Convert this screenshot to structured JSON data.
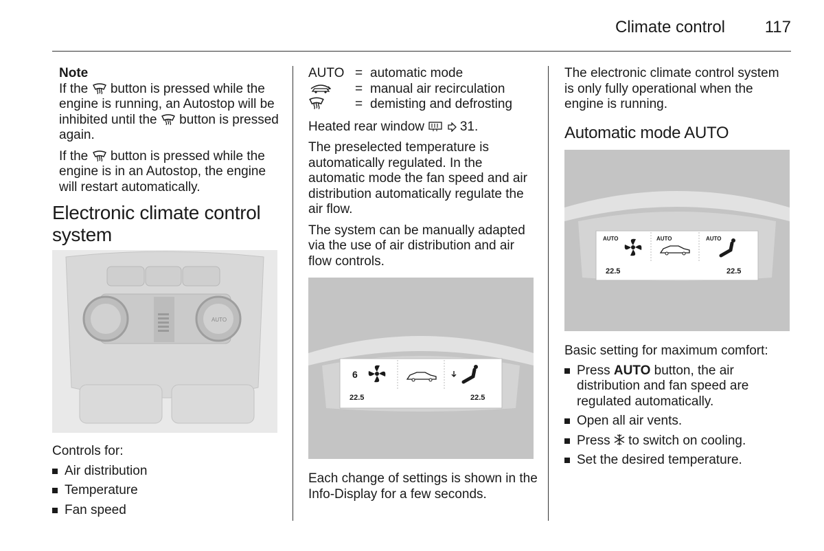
{
  "header": {
    "title": "Climate control",
    "page_number": "117"
  },
  "col1": {
    "note_heading": "Note",
    "note_p1_a": "If the",
    "note_p1_b": "button is pressed while the engine is running, an Autostop will be inhibited until the",
    "note_p1_c": "button is pressed again.",
    "note_p2_a": "If the",
    "note_p2_b": "button is pressed while the engine is in an Autostop, the engine will restart automatically.",
    "heading": "Electronic climate control system",
    "controls_label": "Controls for:",
    "bullets": [
      "Air distribution",
      "Temperature",
      "Fan speed"
    ],
    "figure_dial_label": "AUTO"
  },
  "col2": {
    "legend": [
      {
        "key": "AUTO",
        "eq": "=",
        "desc": "automatic mode"
      },
      {
        "key": "",
        "eq": "=",
        "desc": "manual air recirculation"
      },
      {
        "key": "",
        "eq": "=",
        "desc": "demisting and defrosting"
      }
    ],
    "heated_rear_a": "Heated rear window",
    "heated_rear_b": "31.",
    "p1": "The preselected temperature is automatically regulated. In the automatic mode the fan speed and air distribution automatically regulate the air flow.",
    "p2": "The system can be manually adapted via the use of air distribution and air flow controls.",
    "display": {
      "fan_level": "6",
      "temp_left": "22.5",
      "temp_right": "22.5"
    },
    "p3": "Each change of settings is shown in the Info-Display for a few seconds."
  },
  "col3": {
    "p1": "The electronic climate control system is only fully operational when the engine is running.",
    "heading": "Automatic mode AUTO",
    "display": {
      "auto_label": "AUTO",
      "temp_left": "22.5",
      "temp_right": "22.5"
    },
    "intro": "Basic setting for maximum comfort:",
    "b1_a": "Press",
    "b1_bold": "AUTO",
    "b1_b": "button, the air distribution and fan speed are regulated automatically.",
    "b2": "Open all air vents.",
    "b3_a": "Press",
    "b3_b": "to switch on cooling.",
    "b4": "Set the desired temperature."
  },
  "icons": [
    "defrost-icon",
    "recirculation-icon",
    "heated-rear-window-icon",
    "page-ref-arrow-icon",
    "ac-snowflake-icon",
    "fan-icon",
    "car-icon",
    "seat-airflow-icon"
  ]
}
